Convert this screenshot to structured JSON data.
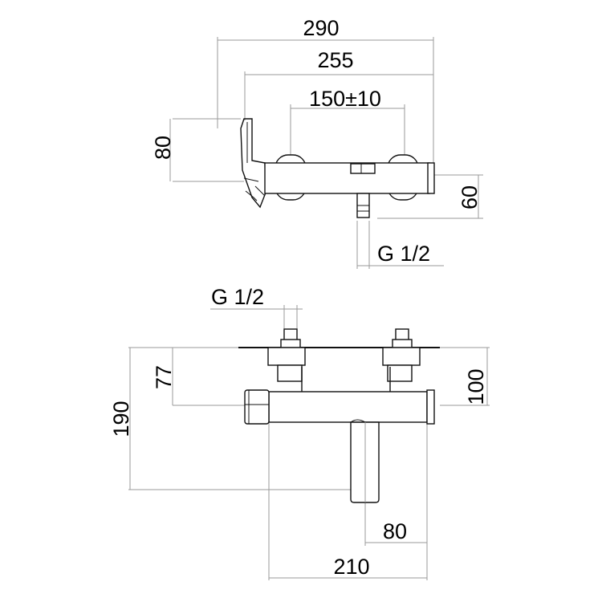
{
  "colors": {
    "object": "#111111",
    "dimension_line": "#9a9a9a",
    "background": "#ffffff"
  },
  "top_view": {
    "dim_overall_width": "290",
    "dim_body_width": "255",
    "dim_inlet_centers": "150±10",
    "dim_height": "80",
    "dim_depth": "60",
    "thread_label": "G 1/2"
  },
  "front_view": {
    "thread_label": "G 1/2",
    "dim_height_total": "190",
    "dim_wall_to_axis": "77",
    "dim_plate_height": "100",
    "dim_spout_width": "80",
    "dim_body_width": "210"
  }
}
